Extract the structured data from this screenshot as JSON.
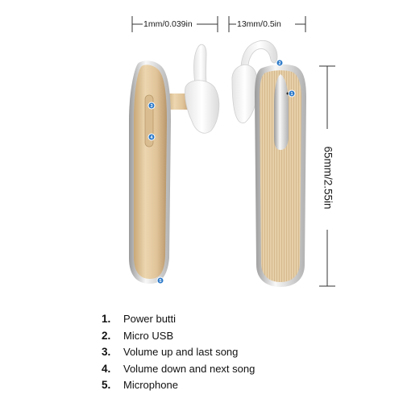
{
  "dimensions": {
    "thickness": "1mm/0.039in",
    "width": "13mm/0.5in",
    "height": "65mm/2.55in"
  },
  "markers": [
    "1",
    "2",
    "3",
    "4",
    "5"
  ],
  "legend": [
    {
      "number": "1.",
      "label": "Power butti"
    },
    {
      "number": "2.",
      "label": "Micro USB"
    },
    {
      "number": "3.",
      "label": "Volume up and last song"
    },
    {
      "number": "4.",
      "label": "Volume down and next song"
    },
    {
      "number": "5.",
      "label": "Microphone"
    }
  ],
  "colors": {
    "gold": "#e3c9a0",
    "gold_dark": "#b99a6c",
    "chrome": "#dcdcdc",
    "marker": "#2a78c8",
    "earbud": "#f2f2f2"
  }
}
